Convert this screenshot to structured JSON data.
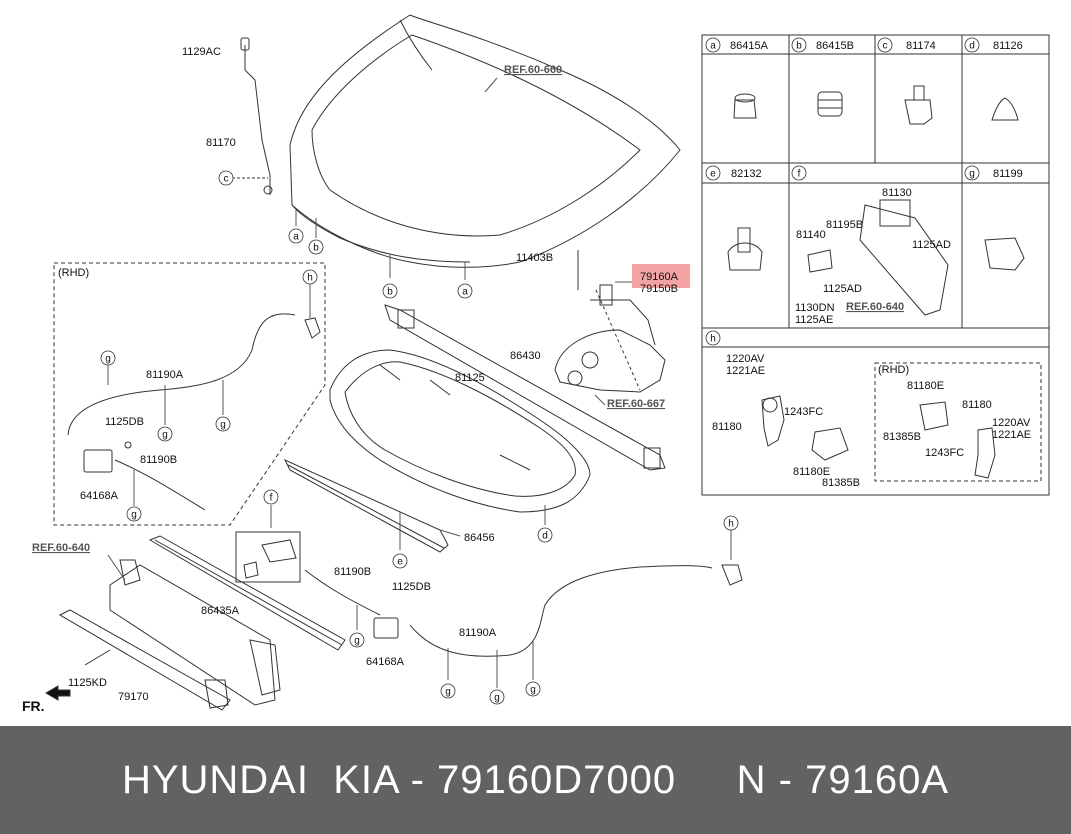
{
  "diagram": {
    "refs": {
      "hood": "REF.60-660",
      "latch_area": "REF.60-667",
      "front_right": "REF.60-640",
      "front_left": "REF.60-640"
    },
    "parts": {
      "p1129AC": "1129AC",
      "p81170": "81170",
      "p11403B": "11403B",
      "p79160A": "79160A",
      "p79150B": "79150B",
      "p86430": "86430",
      "p81125": "81125",
      "p86456": "86456",
      "p81190A_rhd": "81190A",
      "p1125DB_rhd": "1125DB",
      "p81190B_rhd": "81190B",
      "p64168A_rhd": "64168A",
      "p81190B": "81190B",
      "p1125DB": "1125DB",
      "p64168A": "64168A",
      "p81190A": "81190A",
      "p86435A": "86435A",
      "p1125KD": "1125KD",
      "p79170": "79170",
      "fr": "FR.",
      "rhd_label": "(RHD)"
    },
    "callouts": {
      "a": "a",
      "b": "b",
      "c": "c",
      "d": "d",
      "e": "e",
      "f": "f",
      "g": "g",
      "h": "h"
    },
    "table": {
      "a": {
        "letter": "a",
        "part": "86415A"
      },
      "b": {
        "letter": "b",
        "part": "86415B"
      },
      "c": {
        "letter": "c",
        "part": "81174"
      },
      "d": {
        "letter": "d",
        "part": "81126"
      },
      "e": {
        "letter": "e",
        "part": "82132"
      },
      "f": {
        "letter": "f",
        "part": ""
      },
      "g": {
        "letter": "g",
        "part": "81199"
      },
      "h": {
        "letter": "h",
        "part": ""
      },
      "f_parts": {
        "p81130": "81130",
        "p81195B": "81195B",
        "p81140": "81140",
        "p1125AD_r": "1125AD",
        "p1125AD": "1125AD",
        "p1130DN": "1130DN",
        "p1125AE": "1125AE",
        "ref": "REF.60-640"
      },
      "h_parts": {
        "p1220AV": "1220AV",
        "p1221AE": "1221AE",
        "p1243FC": "1243FC",
        "p81180": "81180",
        "p81180E": "81180E",
        "p81385B": "81385B",
        "rhd": "(RHD)",
        "r81180E": "81180E",
        "r81180": "81180",
        "r1220AV": "1220AV",
        "r1221AE": "1221AE",
        "r81385B": "81385B",
        "r1243FC": "1243FC"
      }
    }
  },
  "footer": {
    "text": "HYUNDAI  KIA - 79160D7000     N - 79160A"
  },
  "colors": {
    "highlight": "#f3a3a3",
    "footer_bg": "#626262",
    "line": "#333333"
  }
}
